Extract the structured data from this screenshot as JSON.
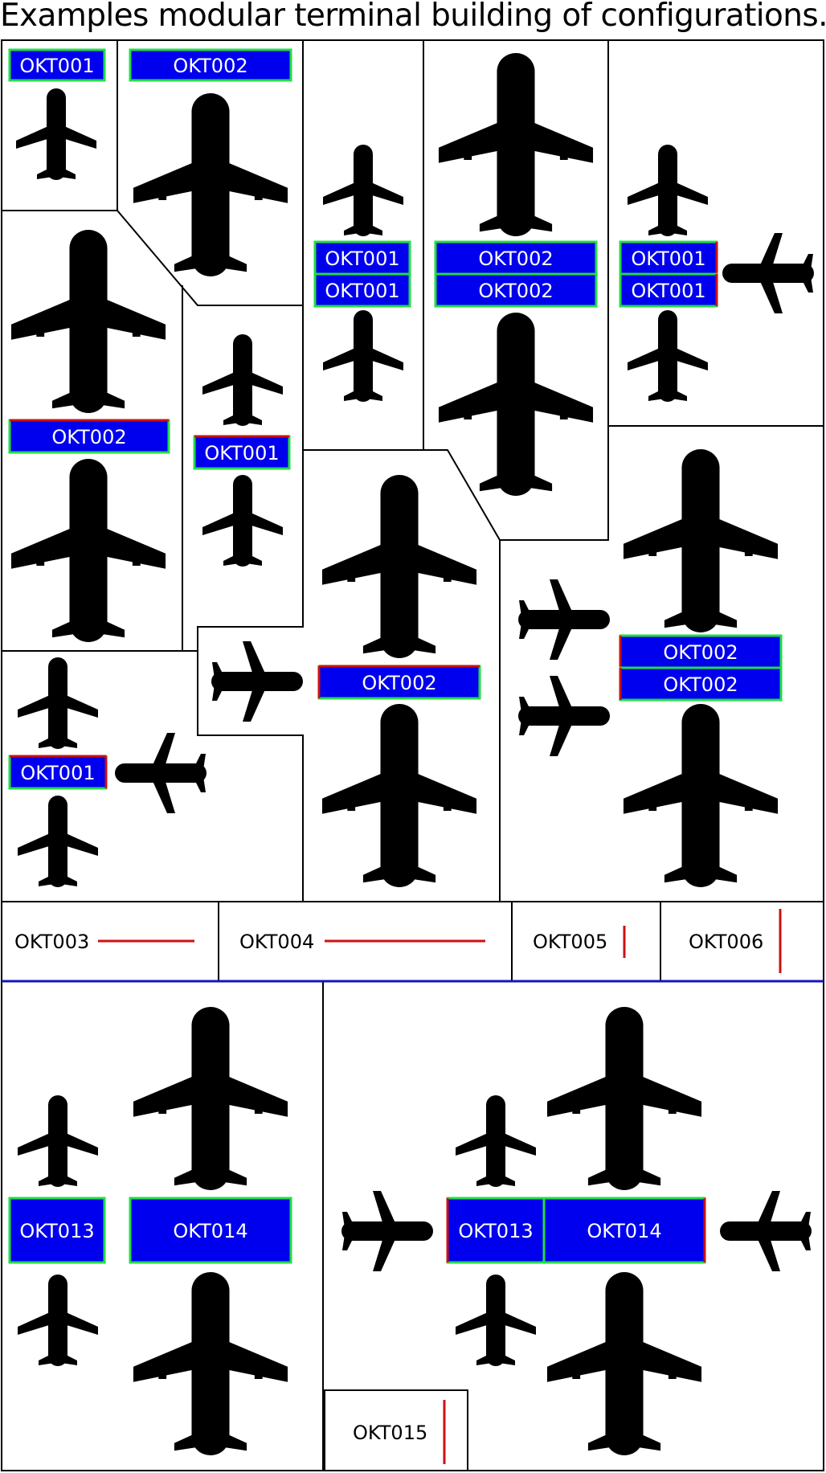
{
  "title": "Examples modular terminal building of configurations.",
  "colors": {
    "module_fill": "#0000ee",
    "module_border": "#22dd44",
    "accent_red": "#cc1111",
    "blue_line": "#1515bb",
    "aircraft": "#000000",
    "outline": "#000000"
  },
  "icons": {
    "aircraft": "airplane-silhouette-icon"
  },
  "modules": {
    "okt001": "OKT001",
    "okt002": "OKT002",
    "okt013": "OKT013",
    "okt014": "OKT014"
  },
  "legend": {
    "okt003": "OKT003",
    "okt004": "OKT004",
    "okt005": "OKT005",
    "okt006": "OKT006",
    "okt015": "OKT015"
  }
}
